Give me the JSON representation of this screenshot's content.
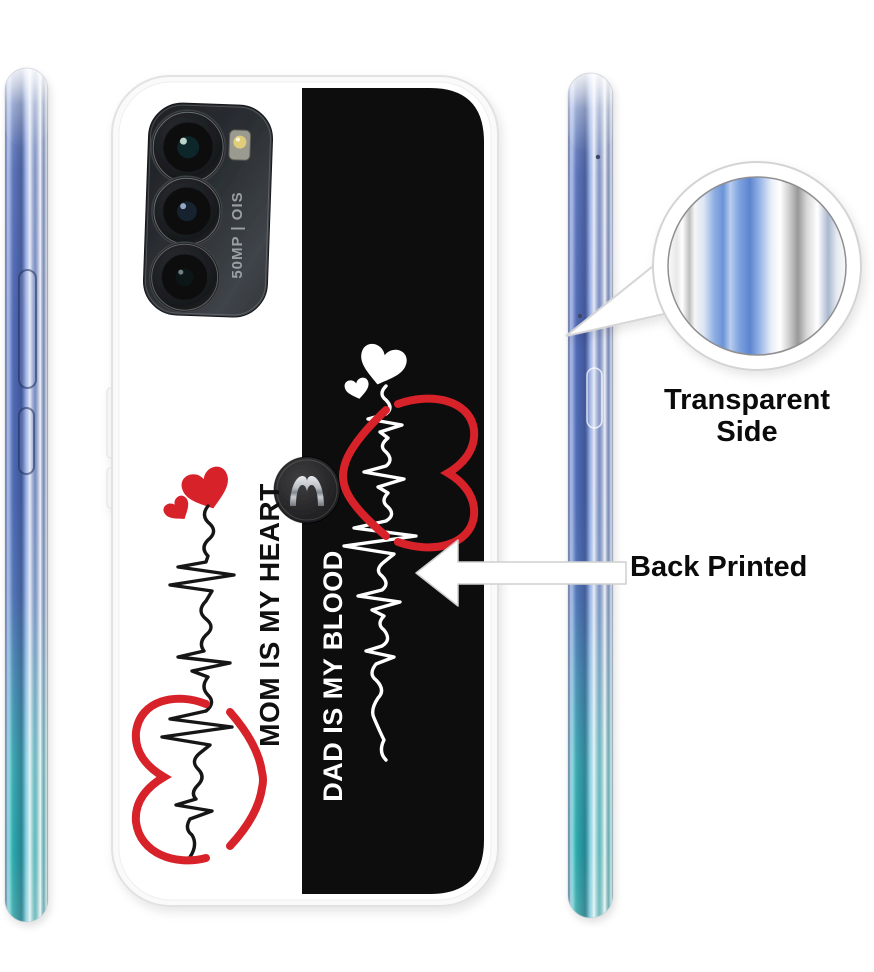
{
  "case_print": {
    "mom_text": "MOM IS MY HEART",
    "dad_text": "DAD IS MY BLOOD",
    "camera_label": "50MP | OIS"
  },
  "annotations": {
    "transparent_line1": "Transparent",
    "transparent_line2": "Side",
    "back_printed": "Back Printed"
  },
  "colors": {
    "print_red": "#d8232a",
    "print_black": "#0a0a0a",
    "print_white": "#ffffff",
    "case_shell": "#fafafa",
    "edge_blue": "#5c7bca",
    "edge_teal": "#3cc4c2",
    "label_text": "#0b0b0b"
  }
}
